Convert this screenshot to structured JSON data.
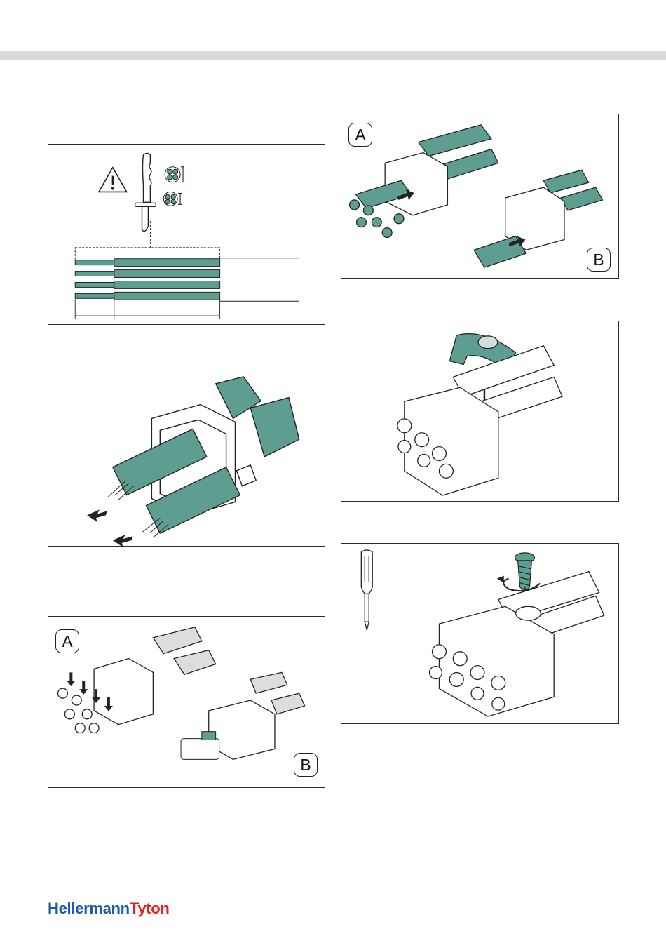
{
  "panels": {
    "assembly_a_left": {
      "letter": "A"
    },
    "assembly_b_left": {
      "letter": "B"
    },
    "insert_a_right": {
      "letter": "A"
    },
    "insert_b_right": {
      "letter": "B"
    }
  },
  "footer": {
    "brand_part1": "Hellermann",
    "brand_part2": "Tyton",
    "brand_color_1": "#1e5aa8",
    "brand_color_2": "#e2231a"
  },
  "colors": {
    "cable_teal": "#5e9e91",
    "outline": "#2b2b2b",
    "header_bar": "#d9d9d9"
  }
}
